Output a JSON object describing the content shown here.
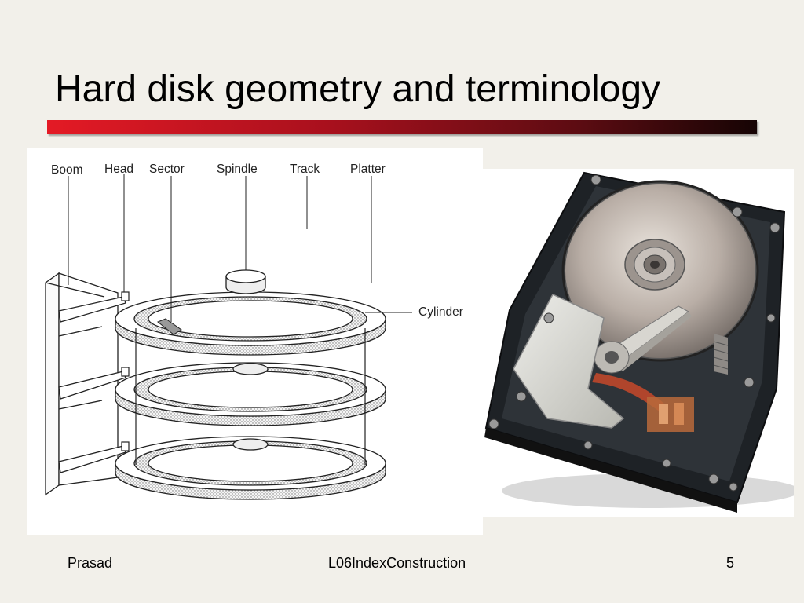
{
  "slide": {
    "title": "Hard disk geometry and terminology"
  },
  "diagram": {
    "labels": {
      "boom": "Boom",
      "head": "Head",
      "sector": "Sector",
      "spindle": "Spindle",
      "track": "Track",
      "platter": "Platter",
      "cylinder": "Cylinder"
    }
  },
  "footer": {
    "author": "Prasad",
    "file": "L06IndexConstruction",
    "page": "5"
  }
}
